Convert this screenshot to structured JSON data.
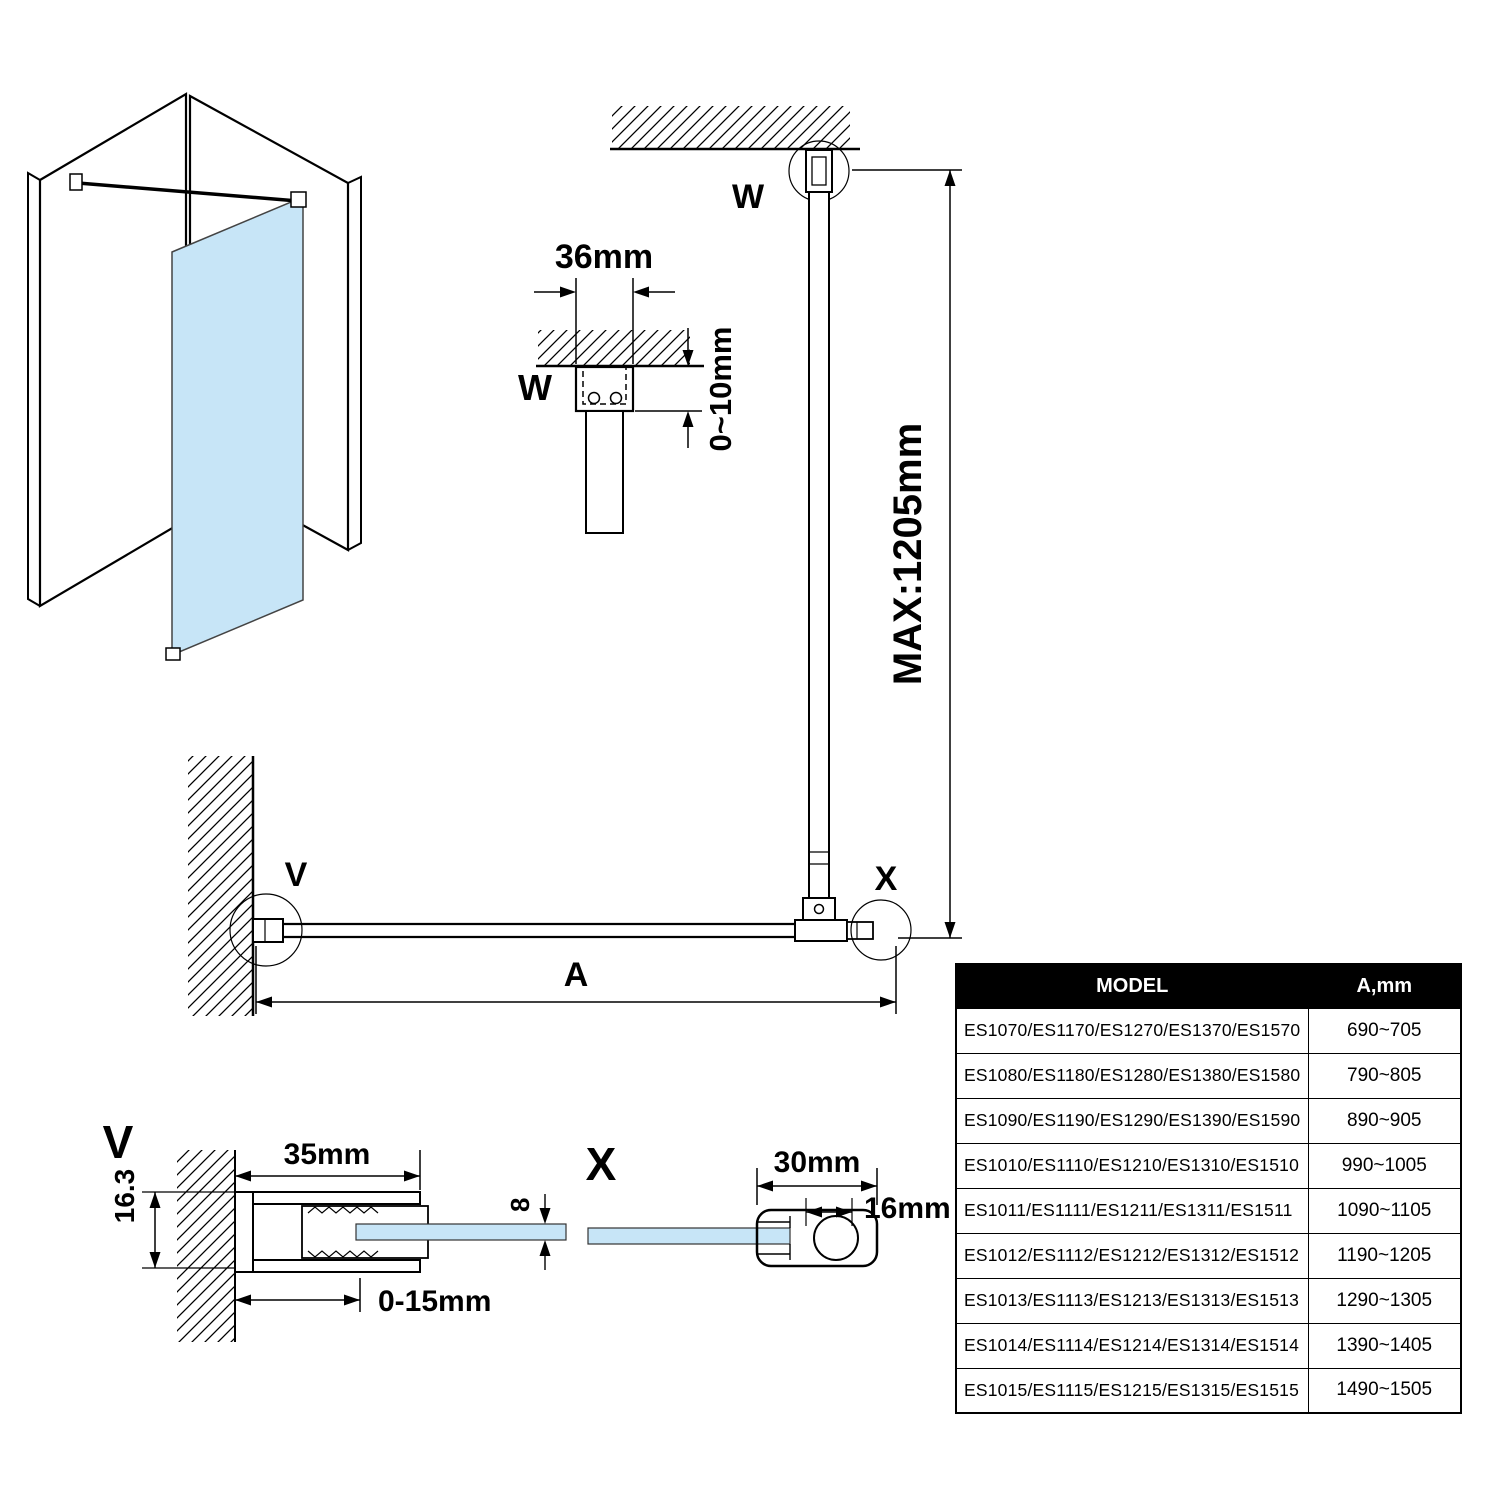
{
  "colors": {
    "glass": "#c7e5f7",
    "line": "#000000",
    "table_header_bg": "#000000",
    "table_header_text": "#ffffff"
  },
  "diagram": {
    "labels": {
      "w": "W",
      "v": "V",
      "x": "X",
      "a": "A"
    },
    "dims": {
      "bracket_width": "36mm",
      "ceiling_gap": "0~10mm",
      "bar_max_length": "MAX:1205mm",
      "profile_height": "16.3",
      "profile_width": "35mm",
      "adjustment_range": "0-15mm",
      "glass_thickness": "8",
      "clamp_length": "30mm",
      "clamp_size": "16mm"
    }
  },
  "table": {
    "headers": [
      "MODEL",
      "A,mm"
    ],
    "rows": [
      {
        "model": "ES1070/ES1170/ES1270/ES1370/ES1570",
        "a_mm": "690~705"
      },
      {
        "model": "ES1080/ES1180/ES1280/ES1380/ES1580",
        "a_mm": "790~805"
      },
      {
        "model": "ES1090/ES1190/ES1290/ES1390/ES1590",
        "a_mm": "890~905"
      },
      {
        "model": "ES1010/ES1110/ES1210/ES1310/ES1510",
        "a_mm": "990~1005"
      },
      {
        "model": "ES1011/ES1111/ES1211/ES1311/ES1511",
        "a_mm": "1090~1105"
      },
      {
        "model": "ES1012/ES1112/ES1212/ES1312/ES1512",
        "a_mm": "1190~1205"
      },
      {
        "model": "ES1013/ES1113/ES1213/ES1313/ES1513",
        "a_mm": "1290~1305"
      },
      {
        "model": "ES1014/ES1114/ES1214/ES1314/ES1514",
        "a_mm": "1390~1405"
      },
      {
        "model": "ES1015/ES1115/ES1215/ES1315/ES1515",
        "a_mm": "1490~1505"
      }
    ]
  }
}
